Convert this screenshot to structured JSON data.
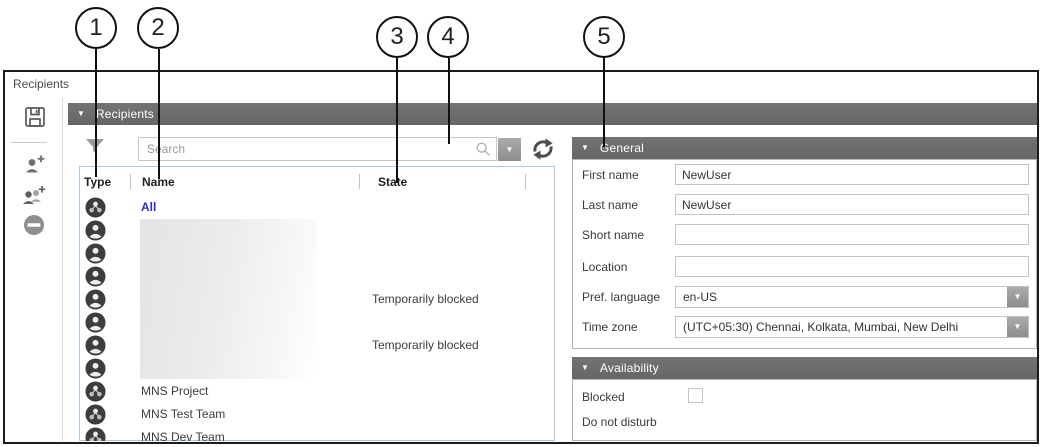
{
  "annotations": {
    "labels": [
      "1",
      "2",
      "3",
      "4",
      "5"
    ]
  },
  "window": {
    "title": "Recipients"
  },
  "icons": {
    "collapse": "▼",
    "dropdown": "▼",
    "toolbar": [
      "save-icon",
      "add-user-icon",
      "add-group-icon",
      "remove-icon"
    ],
    "other": [
      "funnel-icon",
      "search-icon",
      "refresh-icon",
      "person-avatar-icon",
      "group-avatar-icon"
    ]
  },
  "colors": {
    "header_bar": "#6a6a6a",
    "link_blue": "#2b2bcd",
    "avatar_bg": "#3d3d3d",
    "list_border": "#aecadf",
    "callout_border": "#111111"
  },
  "recipients_panel": {
    "header": "Recipients",
    "search": {
      "placeholder": "Search",
      "value": ""
    },
    "columns": [
      "Type",
      "Name",
      "State"
    ],
    "rows": [
      {
        "type": "group",
        "name": "All",
        "state": "",
        "highlighted": true
      },
      {
        "type": "person",
        "name": "",
        "state": "",
        "redacted": true
      },
      {
        "type": "person",
        "name": "",
        "state": "",
        "redacted": true
      },
      {
        "type": "person",
        "name": "",
        "state": "",
        "redacted": true
      },
      {
        "type": "person",
        "name": "",
        "state": "Temporarily blocked",
        "redacted": true
      },
      {
        "type": "person",
        "name": "",
        "state": "",
        "redacted": true
      },
      {
        "type": "person",
        "name": "",
        "state": "Temporarily blocked",
        "redacted": true
      },
      {
        "type": "person",
        "name": "",
        "state": "",
        "redacted": true
      },
      {
        "type": "group",
        "name": "MNS Project",
        "state": ""
      },
      {
        "type": "group",
        "name": "MNS Test Team",
        "state": ""
      },
      {
        "type": "group",
        "name": "MNS Dev Team",
        "state": ""
      }
    ]
  },
  "general_panel": {
    "header": "General",
    "fields": {
      "first_name": {
        "label": "First name",
        "value": "NewUser"
      },
      "last_name": {
        "label": "Last name",
        "value": "NewUser"
      },
      "short_name": {
        "label": "Short name",
        "value": ""
      },
      "location": {
        "label": "Location",
        "value": ""
      },
      "pref_language": {
        "label": "Pref. language",
        "value": "en-US"
      },
      "time_zone": {
        "label": "Time zone",
        "value": "(UTC+05:30) Chennai, Kolkata, Mumbai, New Delhi"
      }
    }
  },
  "availability_panel": {
    "header": "Availability",
    "blocked": {
      "label": "Blocked",
      "checked": false
    },
    "do_not_disturb": {
      "label": "Do not disturb"
    }
  }
}
